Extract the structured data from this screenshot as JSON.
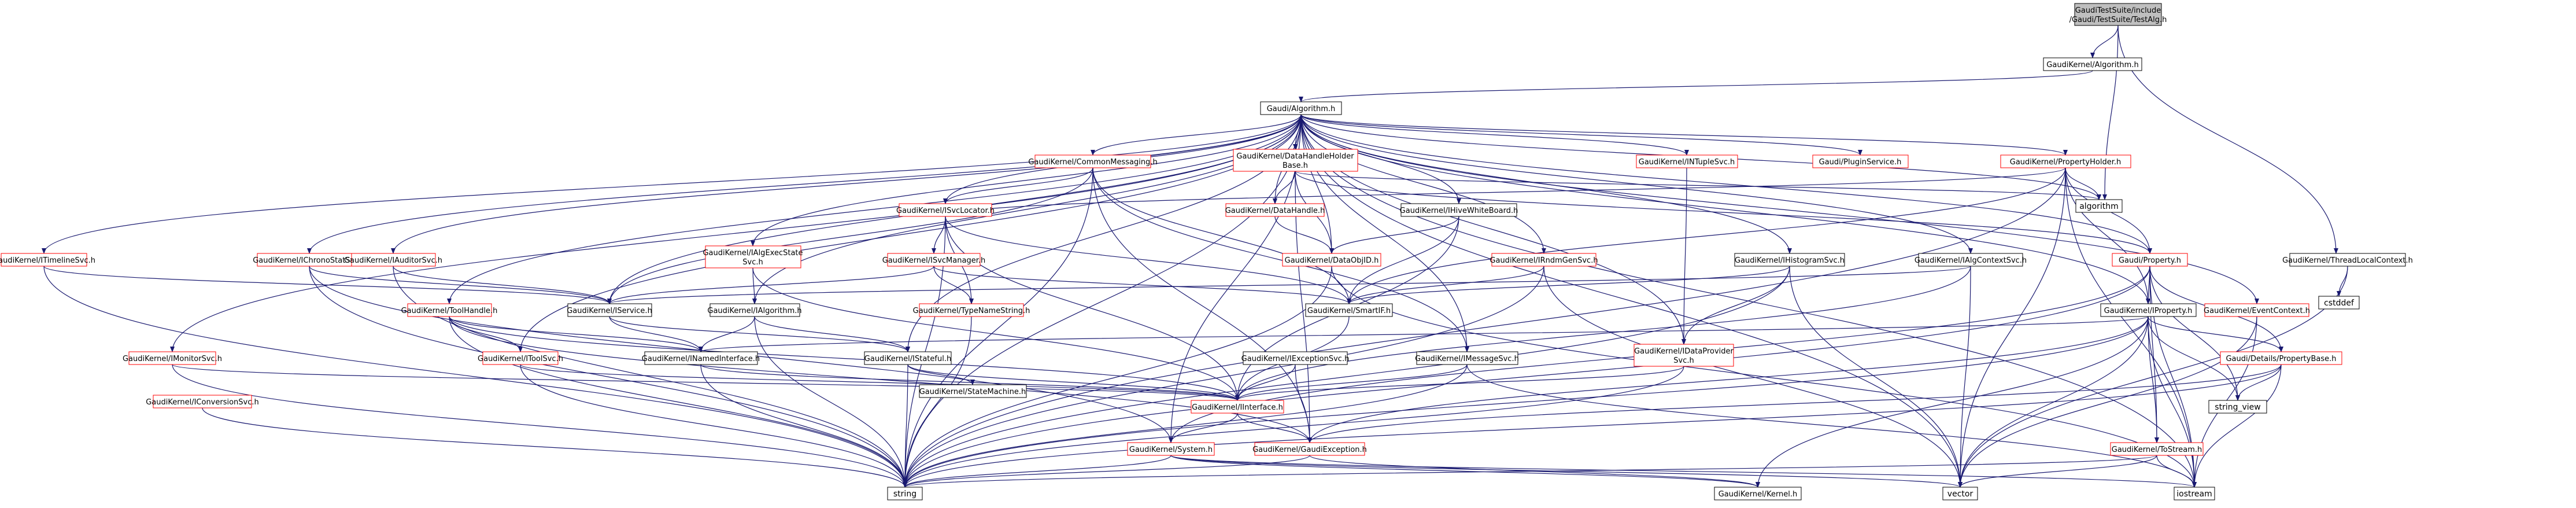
{
  "root": {
    "line1": "GaudiTestSuite/include",
    "line2": "/Gaudi/TestSuite/TestAlg.h"
  },
  "nodes": {
    "gk_algorithm_h": "GaudiKernel/Algorithm.h",
    "gaudi_algorithm_h": "Gaudi/Algorithm.h",
    "algorithm": "algorithm",
    "threadlocalcontext": "GaudiKernel/ThreadLocalContext.h",
    "cstddef": "cstddef",
    "itimelinesvc": "GaudiKernel/ITimelineSvc.h",
    "imonitorsvc": "GaudiKernel/IMonitorSvc.h",
    "iconversionsvc": "GaudiKernel/IConversionSvc.h",
    "ichronostatsvc": "GaudiKernel/IChronoStatSvc.h",
    "iauditorsvc": "GaudiKernel/IAuditorSvc.h",
    "itoolhandle": "GaudiKernel/ToolHandle.h",
    "itoolsvc": "GaudiKernel/IToolSvc.h",
    "commonmessaging": "GaudiKernel/CommonMessaging.h",
    "isvclocator": "GaudiKernel/ISvcLocator.h",
    "isvcmanager": "GaudiKernel/ISvcManager.h",
    "typenamestring": "GaudiKernel/TypeNameString.h",
    "ialgexecstate": [
      "GaudiKernel/IAlgExecState",
      "Svc.h"
    ],
    "iservice": "GaudiKernel/IService.h",
    "ialgorithm": "GaudiKernel/IAlgorithm.h",
    "inamedinterface": "GaudiKernel/INamedInterface.h",
    "istateful": "GaudiKernel/IStateful.h",
    "statemachine": "GaudiKernel/StateMachine.h",
    "datahandleholderbase": [
      "GaudiKernel/DataHandleHolder",
      "Base.h"
    ],
    "datahandle": "GaudiKernel/DataHandle.h",
    "dataobjid": "GaudiKernel/DataObjID.h",
    "ihivewhiteboard": "GaudiKernel/IHiveWhiteBoard.h",
    "irndmgensvc": "GaudiKernel/IRndmGenSvc.h",
    "smartif": "GaudiKernel/SmartIF.h",
    "iexceptionsvc": "GaudiKernel/IExceptionSvc.h",
    "imessagesvc": "GaudiKernel/IMessageSvc.h",
    "iinterface": "GaudiKernel/IInterface.h",
    "system": "GaudiKernel/System.h",
    "gaudiexception": "GaudiKernel/GaudiException.h",
    "kernel": "GaudiKernel/Kernel.h",
    "intuplesvc": "GaudiKernel/INTupleSvc.h",
    "idataprovidersvc": [
      "GaudiKernel/IDataProvider",
      "Svc.h"
    ],
    "ihistogramsvc": "GaudiKernel/IHistogramSvc.h",
    "ialgcontextsvc": "GaudiKernel/IAlgContextSvc.h",
    "pluginservice": "Gaudi/PluginService.h",
    "propertyholder": "GaudiKernel/PropertyHolder.h",
    "gaudi_property": "Gaudi/Property.h",
    "iproperty": "GaudiKernel/IProperty.h",
    "propertybase": "Gaudi/Details/PropertyBase.h",
    "tostream": "GaudiKernel/ToStream.h",
    "eventcontext": "GaudiKernel/EventContext.h",
    "string_view": "string_view",
    "string": "string",
    "vector": "vector",
    "iostream": "iostream"
  },
  "colors": {
    "edge": "#191970",
    "internal_border": "#ff0000",
    "external_border": "#000000",
    "root_fill": "#bfbfbf"
  }
}
